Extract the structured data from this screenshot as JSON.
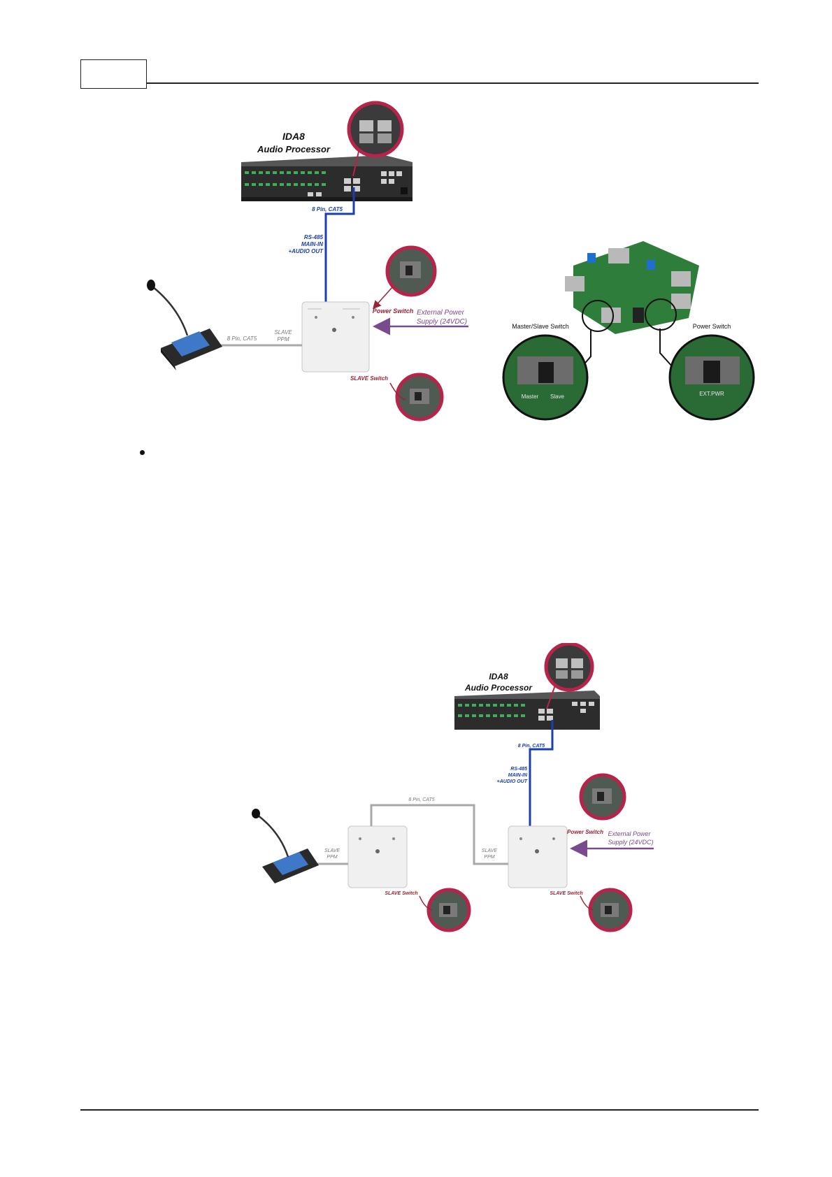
{
  "header": {
    "page_number": ""
  },
  "diagram_top": {
    "processor_title": "IDA8",
    "processor_subtitle": "Audio Processor",
    "cable_top": "8 Pin, CAT5",
    "rs485": "RS-485",
    "main_in": "MAIN-IN",
    "audio_out": "+AUDIO OUT",
    "power_switch": "Power Switch",
    "ext_power_1": "External Power",
    "ext_power_2": "Supply (24VDC)",
    "cable_side": "8 Pin, CAT5",
    "slave": "SLAVE",
    "ppm": "PPM",
    "slave_switch": "SLAVE Switch"
  },
  "pcb": {
    "master_slave_switch": "Master/Slave Switch",
    "power_switch": "Power Switch",
    "switch_left_a": "Master",
    "switch_left_b": "Slave",
    "switch_right": "EXT.PWR"
  },
  "diagram_bottom": {
    "processor_title": "IDA8",
    "processor_subtitle": "Audio Processor",
    "cable_top": "8 Pin, CAT5",
    "rs485": "RS-485",
    "main_in": "MAIN-IN",
    "audio_out": "+AUDIO OUT",
    "cable_link": "8 Pin, CAT5",
    "slave_left": "SLAVE",
    "ppm_left": "PPM",
    "slave_right": "SLAVE",
    "ppm_right": "PPM",
    "power_switch": "Power Switch",
    "ext_power_1": "External Power",
    "ext_power_2": "Supply (24VDC)",
    "slave_switch_left": "SLAVE Switch",
    "slave_switch_right": "SLAVE Switch"
  },
  "colors": {
    "cable_blue": "#1a3fae",
    "power_purple": "#7a4a8e",
    "label_red": "#9b2335",
    "cable_grey": "#a8a8a8",
    "ring_red": "#b8234a"
  }
}
